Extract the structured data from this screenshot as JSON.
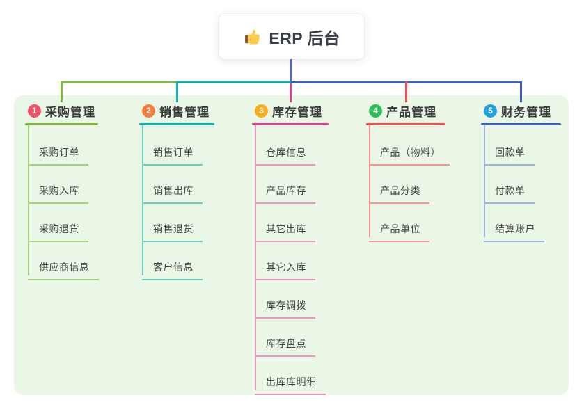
{
  "root": {
    "title": "ERP 后台",
    "icon": "thumbs-up-icon"
  },
  "branches": [
    {
      "number": "1",
      "title": "采购管理",
      "children": [
        "采购订单",
        "采购入库",
        "采购退货",
        "供应商信息"
      ],
      "colors": {
        "badge": "#f4516c",
        "line": "#7db93f",
        "child_line": "#a7d178"
      }
    },
    {
      "number": "2",
      "title": "销售管理",
      "children": [
        "销售订单",
        "销售出库",
        "销售退货",
        "客户信息"
      ],
      "colors": {
        "badge": "#f87d3d",
        "line": "#0cb3a8",
        "child_line": "#66cfc4"
      }
    },
    {
      "number": "3",
      "title": "库存管理",
      "children": [
        "仓库信息",
        "产品库存",
        "其它出库",
        "其它入库",
        "库存调拨",
        "库存盘点",
        "出库库明细"
      ],
      "colors": {
        "badge": "#feac18",
        "line": "#d9418e",
        "child_line": "#ee95c5"
      }
    },
    {
      "number": "4",
      "title": "产品管理",
      "children": [
        "产品（物料）",
        "产品分类",
        "产品单位"
      ],
      "colors": {
        "badge": "#2fbe57",
        "line": "#f0504e",
        "child_line": "#f89392"
      }
    },
    {
      "number": "5",
      "title": "财务管理",
      "children": [
        "回款单",
        "付款单",
        "结算账户"
      ],
      "colors": {
        "badge": "#21a2e2",
        "line": "#3a5fc8",
        "child_line": "#9fb1e2"
      }
    }
  ],
  "connector": {
    "root_line_color": "#5568c4"
  },
  "canvas": {
    "background": "#ffffff",
    "panel_background": "#eaf6e6"
  }
}
